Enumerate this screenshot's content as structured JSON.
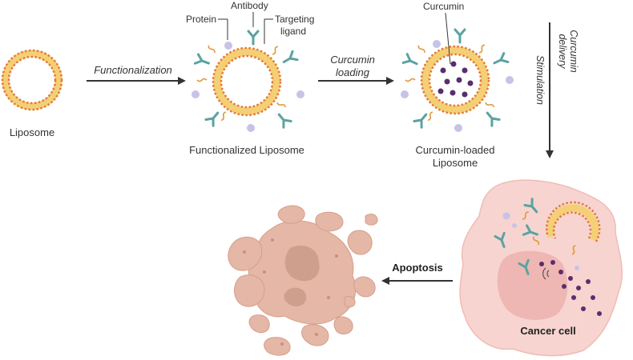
{
  "labels": {
    "liposome": "Liposome",
    "functionalized_liposome": "Functionalized Liposome",
    "curcumin_loaded_line1": "Curcumin-loaded",
    "curcumin_loaded_line2": "Liposome",
    "protein": "Protein",
    "antibody": "Antibody",
    "targeting_ligand_line1": "Targeting",
    "targeting_ligand_line2": "ligand",
    "curcumin": "Curcumin",
    "cancer_cell": "Cancer cell"
  },
  "steps": {
    "functionalization": "Functionalization",
    "curcumin_loading_line1": "Curcumin",
    "curcumin_loading_line2": "loading",
    "curcumin_delivery_line1": "Curcumin",
    "curcumin_delivery_line2": "delivery",
    "stimulation": "Stimulation",
    "apoptosis": "Apoptosis"
  },
  "colors": {
    "membrane_outer": "#e8a64a",
    "membrane_fill": "#f5cf75",
    "head_dot": "#e17a3a",
    "protein": "#c7c2e8",
    "antibody": "#5aa3a0",
    "ligand": "#e09a3c",
    "curcumin": "#5a2d6e",
    "cancer_cell": "#f7d4d0",
    "nucleus": "#eeb7b3",
    "debris": "#e4b7a6",
    "arrow": "#333333"
  }
}
